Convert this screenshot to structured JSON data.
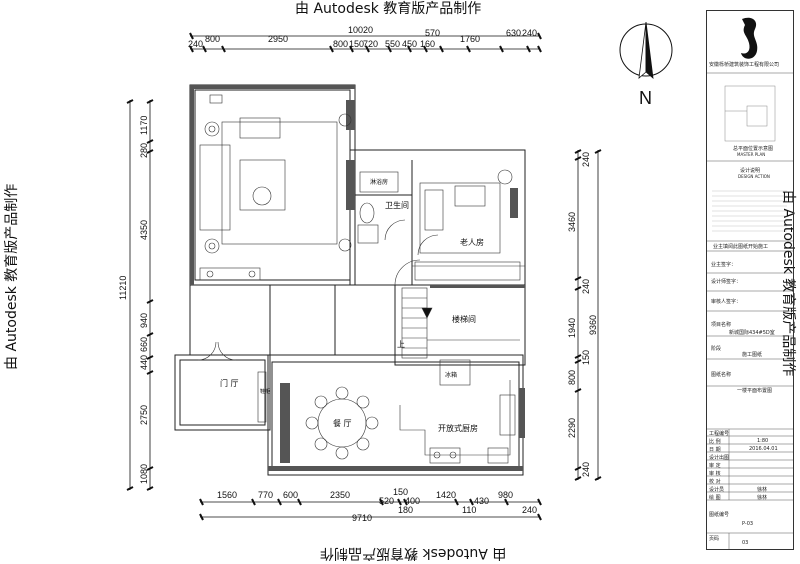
{
  "watermark": "由 Autodesk 教育版产品制作",
  "dimensions": {
    "top_total": "10020",
    "top": [
      "240",
      "800",
      "2950",
      "800",
      "150",
      "720",
      "550",
      "450",
      "160",
      "570",
      "1760",
      "630",
      "240"
    ],
    "bottom_total": "9710",
    "bottom_row1": [
      "1560",
      "770",
      "600",
      "2350",
      "520",
      "150",
      "1420",
      "430",
      "980"
    ],
    "bottom_row2": [
      "400",
      "180",
      "110",
      "240"
    ],
    "left_total": "11210",
    "left": [
      "1170",
      "280",
      "4350",
      "940",
      "660",
      "440",
      "2750",
      "1080"
    ],
    "right": [
      "240",
      "3460",
      "240",
      "1940",
      "9360",
      "150",
      "800",
      "2290",
      "240"
    ]
  },
  "rooms": {
    "bathroom": "卫生间",
    "elderly_room": "老人房",
    "stair": "楼梯间",
    "stair_up": "上",
    "entry": "门 厅",
    "dining": "餐 厅",
    "kitchen": "开放式厨房",
    "fridge": "冰箱",
    "shoe": "鞋柜",
    "shower": "淋浴房"
  },
  "north": "N",
  "title_block": {
    "company": "安徽栎桥建筑装饰工程有限公司",
    "key_plan": "总平面位置示意图",
    "key_plan_en": "MASTER PLAN",
    "design_notes": "设计说明",
    "design_notes_en": "DESIGN ACTION",
    "owner_confirm": "业主填阅此图纸开始施工",
    "owner_sign": "业主签字：",
    "designer_sign": "设计师签字：",
    "reviewer_sign": "审核人签字：",
    "project_label": "项目名称",
    "project": "新城国际434#5D室",
    "stage_label": "阶段",
    "stage": "施工图纸",
    "drawing_label": "图纸名称",
    "drawing": "一楼平面布置图",
    "rows": [
      {
        "label": "工程编号",
        "value": ""
      },
      {
        "label": "比 例",
        "value": "1:80"
      },
      {
        "label": "日 期",
        "value": "2016.04.01"
      },
      {
        "label": "设计出图",
        "value": ""
      },
      {
        "label": "审 定",
        "value": ""
      },
      {
        "label": "审 核",
        "value": ""
      },
      {
        "label": "校 对",
        "value": ""
      },
      {
        "label": "设计员",
        "value": "徐林"
      },
      {
        "label": "绘 图",
        "value": "徐林"
      }
    ],
    "drawing_no_label": "图纸编号",
    "drawing_no": "P-03",
    "page_label": "页码",
    "page": "03"
  }
}
